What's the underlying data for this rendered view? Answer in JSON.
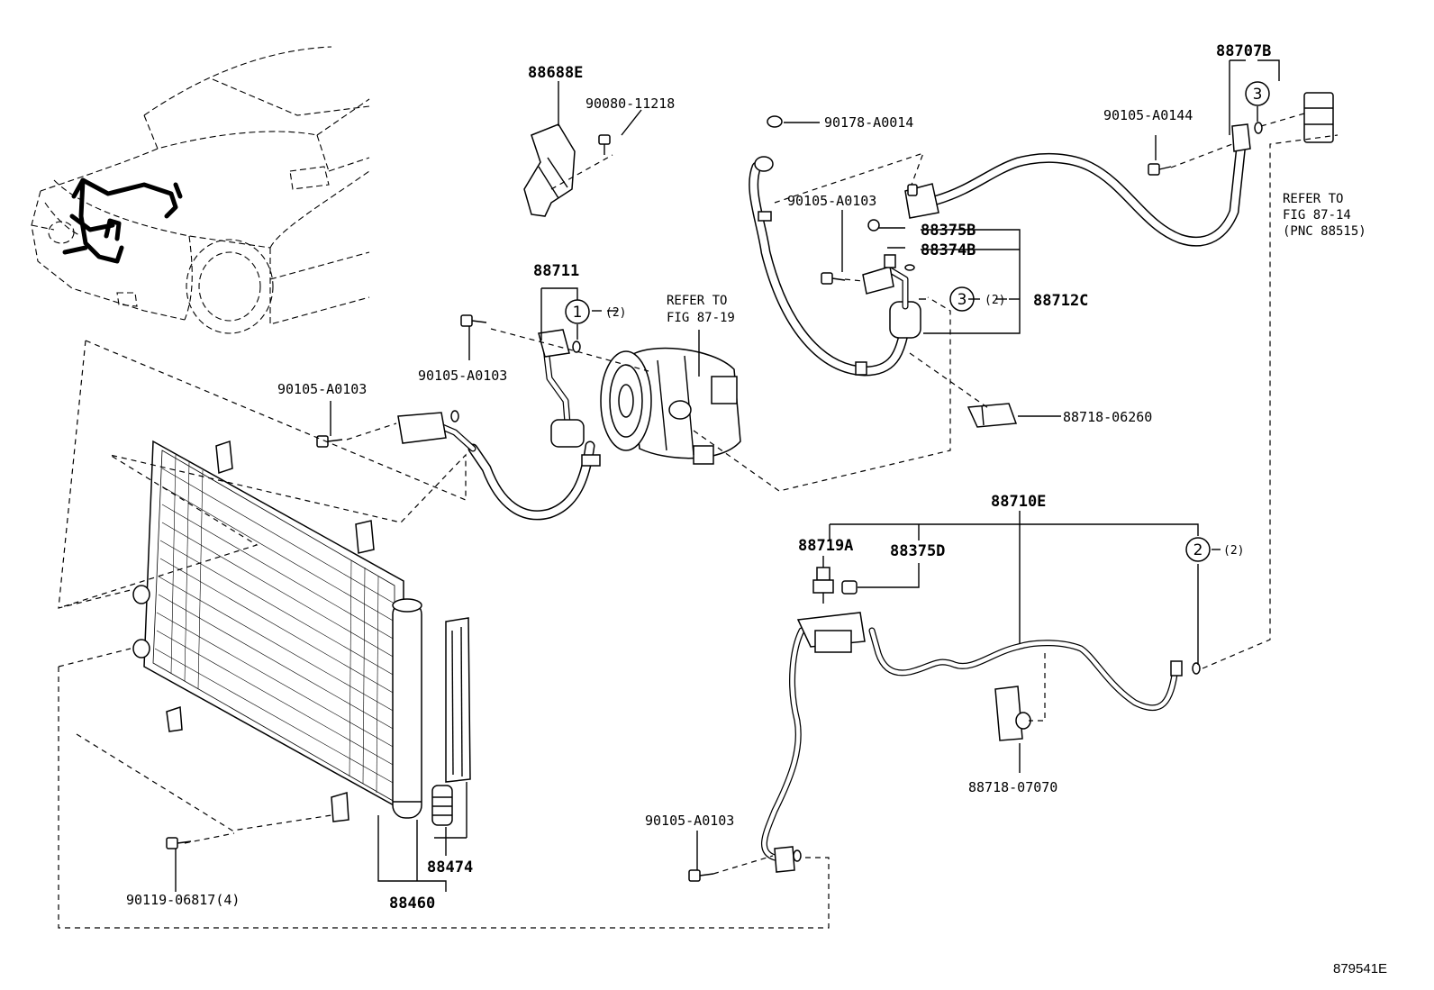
{
  "labels": {
    "p88688E": "88688E",
    "p90080_11218": "90080-11218",
    "p90178_A0014": "90178-A0014",
    "p88707B": "88707B",
    "p90105_A0144": "90105-A0144",
    "p90105_A0103_top": "90105-A0103",
    "p88375B": "88375B",
    "p88374B": "88374B",
    "p88712C": "88712C",
    "p88711": "88711",
    "p90105_A0103_mid": "90105-A0103",
    "p90105_A0103_left": "90105-A0103",
    "p88718_06260": "88718-06260",
    "p88710E": "88710E",
    "p88719A": "88719A",
    "p88375D": "88375D",
    "p88718_07070": "88718-07070",
    "p90105_A0103_bottom": "90105-A0103",
    "p88474": "88474",
    "p88460": "88460",
    "p90119_06817": "90119-06817(4)"
  },
  "references": {
    "fig_87_19_line1": "REFER TO",
    "fig_87_19_line2": "FIG 87-19",
    "fig_87_14_line1": "REFER TO",
    "fig_87_14_line2": "FIG 87-14",
    "fig_87_14_line3": "(PNC 88515)"
  },
  "callouts": {
    "c1_num": "1",
    "c1_qty": "(2)",
    "c2_num": "2",
    "c2_qty": "(2)",
    "c3_num": "3",
    "c3_qty": "(2)",
    "c3b_num": "3"
  },
  "illustration_code": "879541E"
}
